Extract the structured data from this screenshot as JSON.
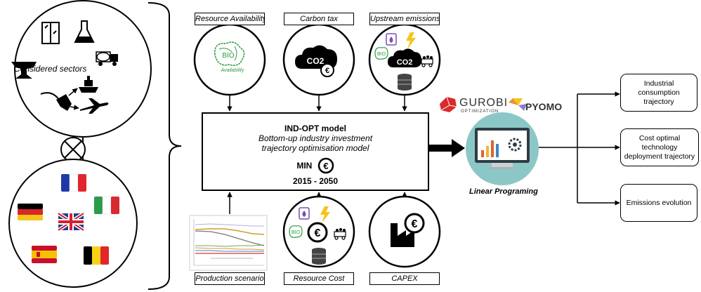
{
  "left_panel": {
    "sectors_label": "Considered sectors",
    "countries": [
      "France",
      "Germany",
      "Italy",
      "United Kingdom",
      "Spain",
      "Belgium"
    ]
  },
  "inputs_top": [
    {
      "label": "Resource Availability",
      "icon": "bio-availability-icon",
      "bio_text": "BIO",
      "sub_text": "Availability"
    },
    {
      "label": "Carbon tax",
      "icon": "co2-cloud-euro-icon",
      "co2_text": "CO2"
    },
    {
      "label": "Upstream emissions",
      "icon": "upstream-co2-resources-icon",
      "co2_text": "CO2",
      "bio_text": "BIO"
    }
  ],
  "inputs_bottom": [
    {
      "label": "Production scenario",
      "icon": "production-chart-thumbnail"
    },
    {
      "label": "Resource Cost",
      "icon": "resource-cost-icon",
      "bio_text": "BIO"
    },
    {
      "label": "CAPEX",
      "icon": "factory-euro-icon"
    }
  ],
  "model": {
    "title": "IND-OPT model",
    "subtitle_line1": "Bottom-up industry investment",
    "subtitle_line2": "trajectory optimisation model",
    "min_label": "MIN",
    "years": "2015 - 2050"
  },
  "tools": {
    "gurobi": "GUROBI",
    "gurobi_sub": "OPTIMIZATION",
    "pyomo": "PYOMO",
    "lp_label": "Linear Programing"
  },
  "outputs": [
    {
      "line1": "Industrial consumption",
      "line2": "trajectory"
    },
    {
      "line1": "Cost optimal technology",
      "line2": "deployment trajectory"
    },
    {
      "line1": "Emissions evolution",
      "line2": ""
    }
  ]
}
